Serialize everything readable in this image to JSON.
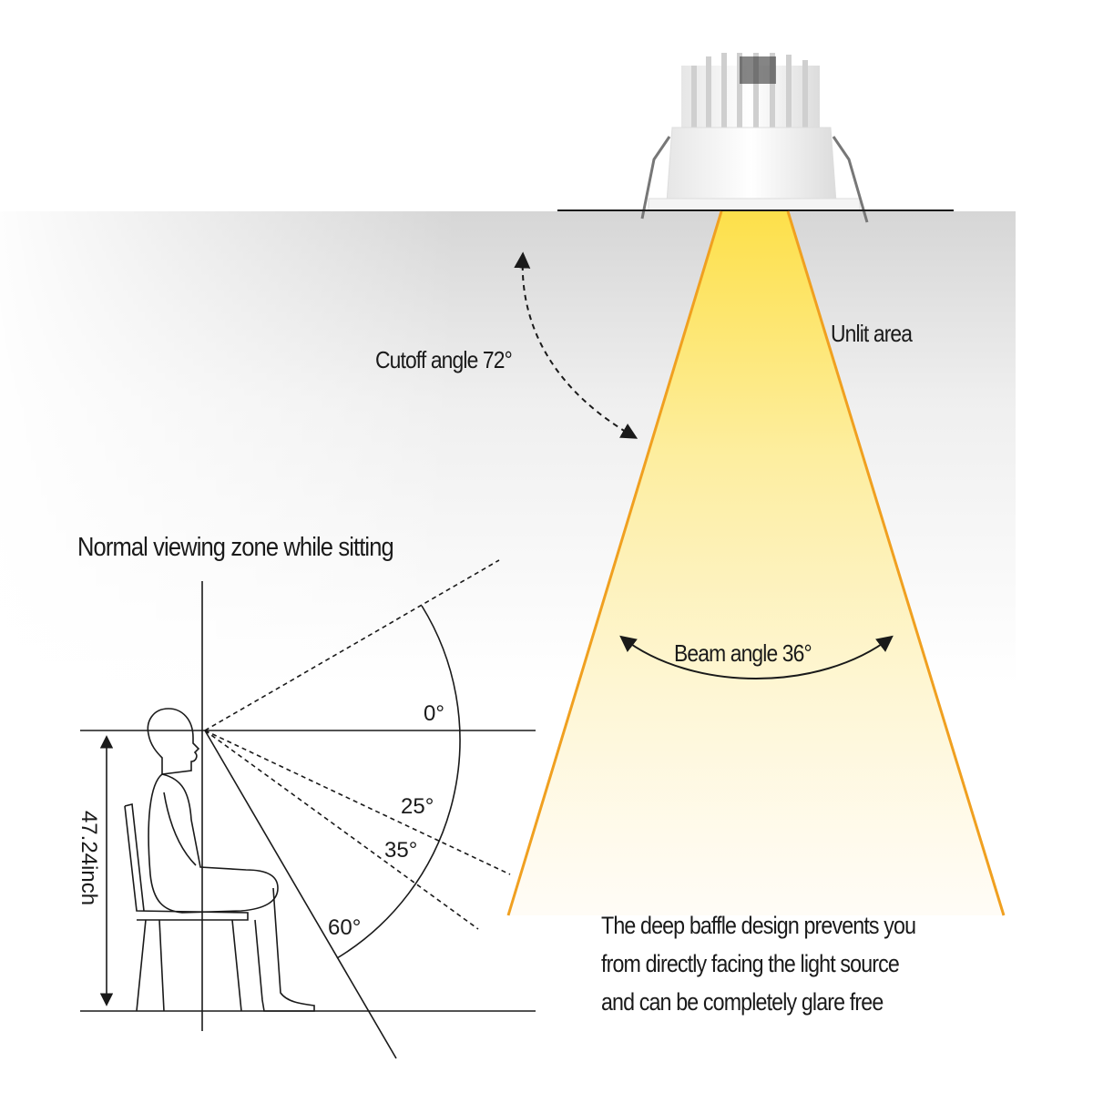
{
  "labels": {
    "unlit_area": "Unlit area",
    "cutoff_angle": "Cutoff angle 72°",
    "beam_angle": "Beam angle 36°",
    "viewing_zone_title": "Normal viewing zone while sitting",
    "height": "47.24inch"
  },
  "angles": [
    "0°",
    "25°",
    "35°",
    "60°"
  ],
  "note": [
    "The deep baffle design prevents you",
    "from directly facing the light source",
    "and can be completely glare free"
  ],
  "colors": {
    "beam_edge": "#f0a020",
    "beam_core": "#fde04a",
    "line": "#1a1a1a"
  }
}
